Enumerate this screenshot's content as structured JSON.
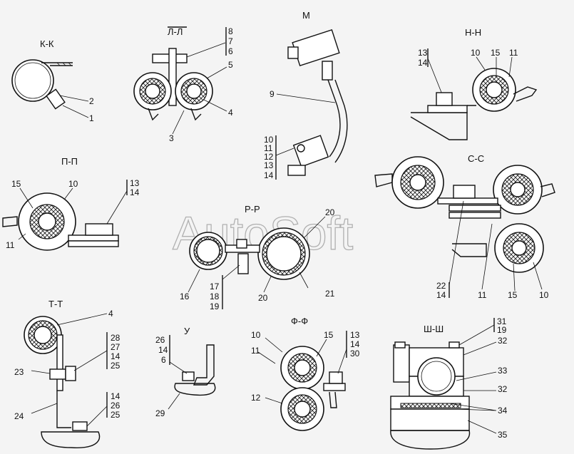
{
  "watermark": "AutoSoft",
  "sections": {
    "kk": {
      "title": "К-К",
      "callouts": [
        "2",
        "1"
      ]
    },
    "ll": {
      "title": "Л-Л",
      "callouts": [
        "8",
        "7",
        "6",
        "5",
        "4",
        "3"
      ]
    },
    "m": {
      "title": "М",
      "callouts": [
        "9",
        "10",
        "11",
        "12",
        "13",
        "14"
      ]
    },
    "nn": {
      "title": "Н-Н",
      "callouts": [
        "13",
        "14",
        "10",
        "15",
        "11"
      ]
    },
    "pp": {
      "title": "П-П",
      "callouts": [
        "15",
        "10",
        "13",
        "14",
        "11"
      ]
    },
    "ss": {
      "title": "С-С",
      "callouts": [
        "22",
        "14",
        "11",
        "15",
        "10"
      ]
    },
    "rr": {
      "title": "Р-Р",
      "callouts": [
        "20",
        "16",
        "17",
        "18",
        "19",
        "20",
        "21"
      ]
    },
    "tt": {
      "title": "Т-Т",
      "callouts": [
        "4",
        "28",
        "27",
        "14",
        "25",
        "23",
        "24",
        "14",
        "26",
        "25"
      ]
    },
    "u": {
      "title": "У",
      "callouts": [
        "26",
        "14",
        "6",
        "29"
      ]
    },
    "ff": {
      "title": "Ф-Ф",
      "callouts": [
        "10",
        "15",
        "13",
        "14",
        "30",
        "11",
        "12"
      ]
    },
    "shsh": {
      "title": "Ш-Ш",
      "callouts": [
        "31",
        "19",
        "32",
        "33",
        "32",
        "34",
        "35"
      ]
    }
  }
}
